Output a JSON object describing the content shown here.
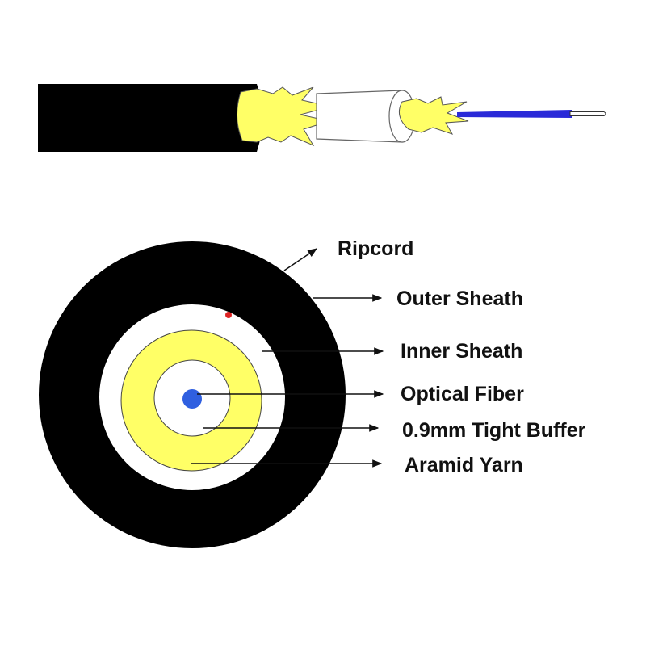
{
  "labels": {
    "ripcord": "Ripcord",
    "outer_sheath": "Outer Sheath",
    "inner_sheath": "Inner Sheath",
    "optical_fiber": "Optical Fiber",
    "tight_buffer": "0.9mm Tight Buffer",
    "aramid_yarn": "Aramid Yarn"
  },
  "colors": {
    "outer_sheath": "#000000",
    "inner_sheath": "#ffffff",
    "aramid_yarn": "#ffff66",
    "tight_buffer": "#ffffff",
    "optical_fiber_core": "#2f5fe0",
    "fiber_coating": "#2a2ad8",
    "ripcord": "#dd2222",
    "leader_lines": "#111111"
  }
}
